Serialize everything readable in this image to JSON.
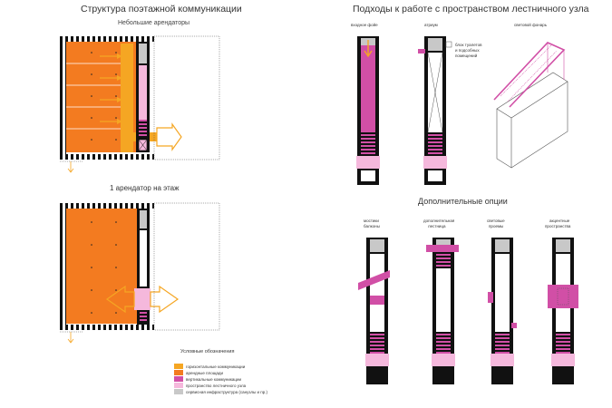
{
  "left": {
    "title": "Структура поэтажной коммуникации",
    "sub_top": "Небольшие арендаторы",
    "sub_bottom": "1 арендатор на этаж"
  },
  "right": {
    "title": "Подходы к работе с  пространством лестничного узла",
    "approaches": [
      "входное фойе",
      "атриум",
      "световой фонарь"
    ],
    "atrium_note_1": "блок туалетов",
    "atrium_note_2": "и подсобных",
    "atrium_note_3": "помещений",
    "options_title": "Дополнительные опции",
    "option_1_l1": "мостики",
    "option_1_l2": "балконы",
    "option_2_l1": "дополнительная",
    "option_2_l2": "лестница",
    "option_3_l1": "световые",
    "option_3_l2": "проемы",
    "option_4_l1": "акцентные",
    "option_4_l2": "пространства"
  },
  "legend": {
    "title": "Условные обозначения",
    "items": [
      {
        "label": "горизонтальные коммуникации",
        "color": "#f5a623"
      },
      {
        "label": "арендные площади",
        "color": "#f37b20"
      },
      {
        "label": "вертикальные коммуникации",
        "color": "#d14fa6"
      },
      {
        "label": "пространство лестничного узла",
        "color": "#f5b8dc"
      },
      {
        "label": "сервисная инфраструктура (санузлы и пр.)",
        "color": "#c8c8c8"
      }
    ]
  },
  "colors": {
    "orange": "#f37b20",
    "yellow": "#f5a623",
    "magenta": "#d14fa6",
    "pink": "#f5b8dc",
    "grey": "#c8c8c8"
  }
}
